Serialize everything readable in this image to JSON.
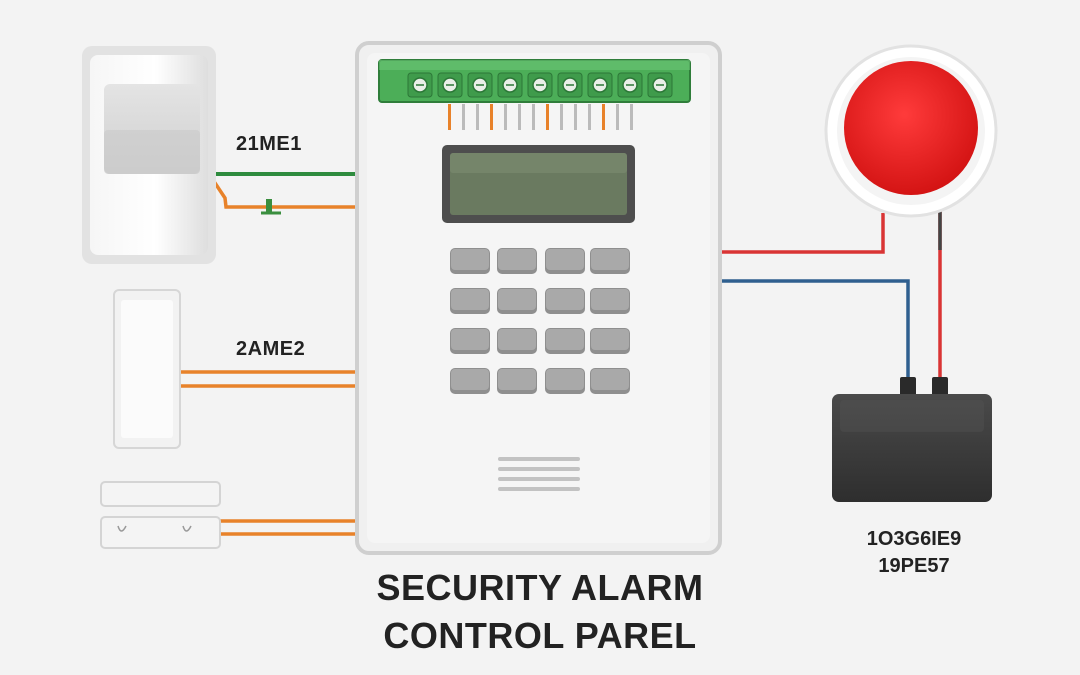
{
  "diagram": {
    "title_line1": "SECURITY ALARM",
    "title_line2": "CONTROL PAREL",
    "zone1_label": "21ME1",
    "zone2_label": "2AME2",
    "power_label_line1": "1O3G6IE9",
    "power_label_line2": "19PE57"
  },
  "components": {
    "motion_sensor": "pir-motion-sensor",
    "door_contact": "door-contact-sensor",
    "window_contact": "magnetic-window-contact",
    "control_panel": "alarm-control-panel",
    "siren": "red-siren",
    "power_supply": "power-supply-box"
  },
  "colors": {
    "background": "#f3f3f3",
    "wire_green": "#2e8b3e",
    "wire_orange": "#e8822a",
    "wire_red": "#d93434",
    "wire_blue": "#2f5f8f",
    "wire_black": "#333333",
    "terminal_green": "#4cae58",
    "siren_red": "#e01818",
    "lcd": "#6a7a60",
    "power_box": "#3c3c3c"
  }
}
